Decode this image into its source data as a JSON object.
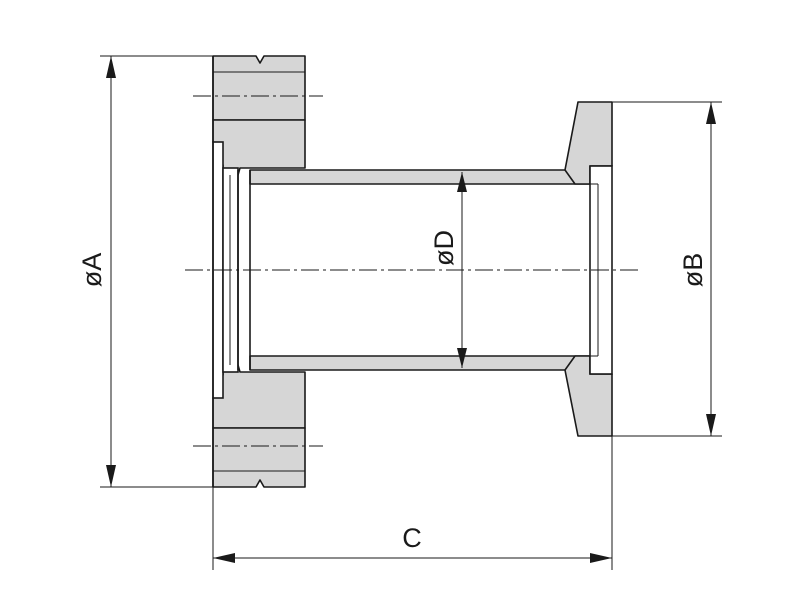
{
  "labels": {
    "dim_a": "øA",
    "dim_b": "øB",
    "dim_c": "C",
    "dim_d": "øD"
  }
}
